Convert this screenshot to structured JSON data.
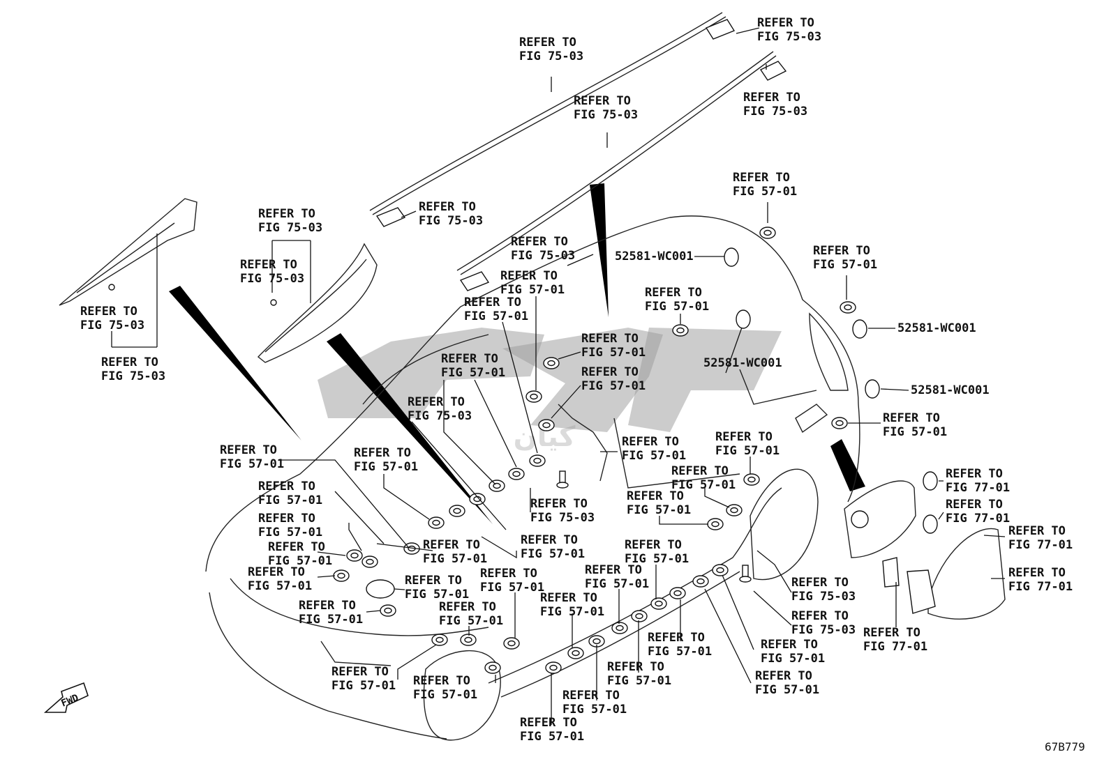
{
  "diagram_code": "67B779",
  "fwd_label": "FWD",
  "watermark_text": "کیان",
  "callouts": [
    {
      "line1": "REFER TO",
      "line2": "FIG 75-03"
    },
    {
      "line1": "REFER TO",
      "line2": "FIG 75-03"
    },
    {
      "line1": "REFER TO",
      "line2": "FIG 75-03"
    },
    {
      "line1": "REFER TO",
      "line2": "FIG 75-03"
    },
    {
      "line1": "REFER TO",
      "line2": "FIG 75-03"
    },
    {
      "line1": "REFER TO",
      "line2": "FIG 75-03"
    },
    {
      "line1": "REFER TO",
      "line2": "FIG 75-03"
    },
    {
      "line1": "REFER TO",
      "line2": "FIG 75-03"
    },
    {
      "line1": "REFER TO",
      "line2": "FIG 75-03"
    },
    {
      "line1": "REFER TO",
      "line2": "FIG 75-03"
    },
    {
      "line1": "REFER TO",
      "line2": "FIG 57-01"
    },
    {
      "line1": "REFER TO",
      "line2": "FIG 57-01"
    },
    {
      "line1": "REFER TO",
      "line2": "FIG 57-01"
    },
    {
      "line1": "REFER TO",
      "line2": "FIG 57-01"
    },
    {
      "line1": "REFER TO",
      "line2": "FIG 57-01"
    },
    {
      "line1": "REFER TO",
      "line2": "FIG 57-01"
    },
    {
      "line1": "REFER TO",
      "line2": "FIG 57-01"
    },
    {
      "line1": "REFER TO",
      "line2": "FIG 57-01"
    },
    {
      "line1": "REFER TO",
      "line2": "FIG 75-03"
    },
    {
      "line1": "REFER TO",
      "line2": "FIG 57-01"
    },
    {
      "line1": "REFER TO",
      "line2": "FIG 57-01"
    },
    {
      "line1": "REFER TO",
      "line2": "FIG 57-01"
    },
    {
      "line1": "REFER TO",
      "line2": "FIG 57-01"
    },
    {
      "line1": "REFER TO",
      "line2": "FIG 57-01"
    },
    {
      "line1": "REFER TO",
      "line2": "FIG 57-01"
    },
    {
      "line1": "REFER TO",
      "line2": "FIG 57-01"
    },
    {
      "line1": "REFER TO",
      "line2": "FIG 57-01"
    },
    {
      "line1": "REFER TO",
      "line2": "FIG 57-01"
    },
    {
      "line1": "REFER TO",
      "line2": "FIG 57-01"
    },
    {
      "line1": "REFER TO",
      "line2": "FIG 57-01"
    },
    {
      "line1": "REFER TO",
      "line2": "FIG 57-01"
    },
    {
      "line1": "REFER TO",
      "line2": "FIG 75-03"
    },
    {
      "line1": "REFER TO",
      "line2": "FIG 57-01"
    },
    {
      "line1": "REFER TO",
      "line2": "FIG 57-01"
    },
    {
      "line1": "REFER TO",
      "line2": "FIG 57-01"
    },
    {
      "line1": "REFER TO",
      "line2": "FIG 57-01"
    },
    {
      "line1": "REFER TO",
      "line2": "FIG 57-01"
    },
    {
      "line1": "REFER TO",
      "line2": "FIG 57-01"
    },
    {
      "line1": "REFER TO",
      "line2": "FIG 57-01"
    },
    {
      "line1": "REFER TO",
      "line2": "FIG 57-01"
    },
    {
      "line1": "REFER TO",
      "line2": "FIG 57-01"
    },
    {
      "line1": "REFER TO",
      "line2": "FIG 57-01"
    },
    {
      "line1": "REFER TO",
      "line2": "FIG 57-01"
    },
    {
      "line1": "REFER TO",
      "line2": "FIG 57-01"
    },
    {
      "line1": "REFER TO",
      "line2": "FIG 75-03"
    },
    {
      "line1": "REFER TO",
      "line2": "FIG 75-03"
    },
    {
      "line1": "REFER TO",
      "line2": "FIG 57-01"
    },
    {
      "line1": "REFER TO",
      "line2": "FIG 57-01"
    },
    {
      "line1": "REFER TO",
      "line2": "FIG 57-01"
    },
    {
      "line1": "REFER TO",
      "line2": "FIG 57-01"
    },
    {
      "line1": "REFER TO",
      "line2": "FIG 77-01"
    },
    {
      "line1": "REFER TO",
      "line2": "FIG 77-01"
    },
    {
      "line1": "REFER TO",
      "line2": "FIG 77-01"
    },
    {
      "line1": "REFER TO",
      "line2": "FIG 77-01"
    },
    {
      "line1": "REFER TO",
      "line2": "FIG 77-01"
    }
  ],
  "part_numbers": [
    "52581-WC001",
    "52581-WC001",
    "52581-WC001",
    "52581-WC001"
  ]
}
